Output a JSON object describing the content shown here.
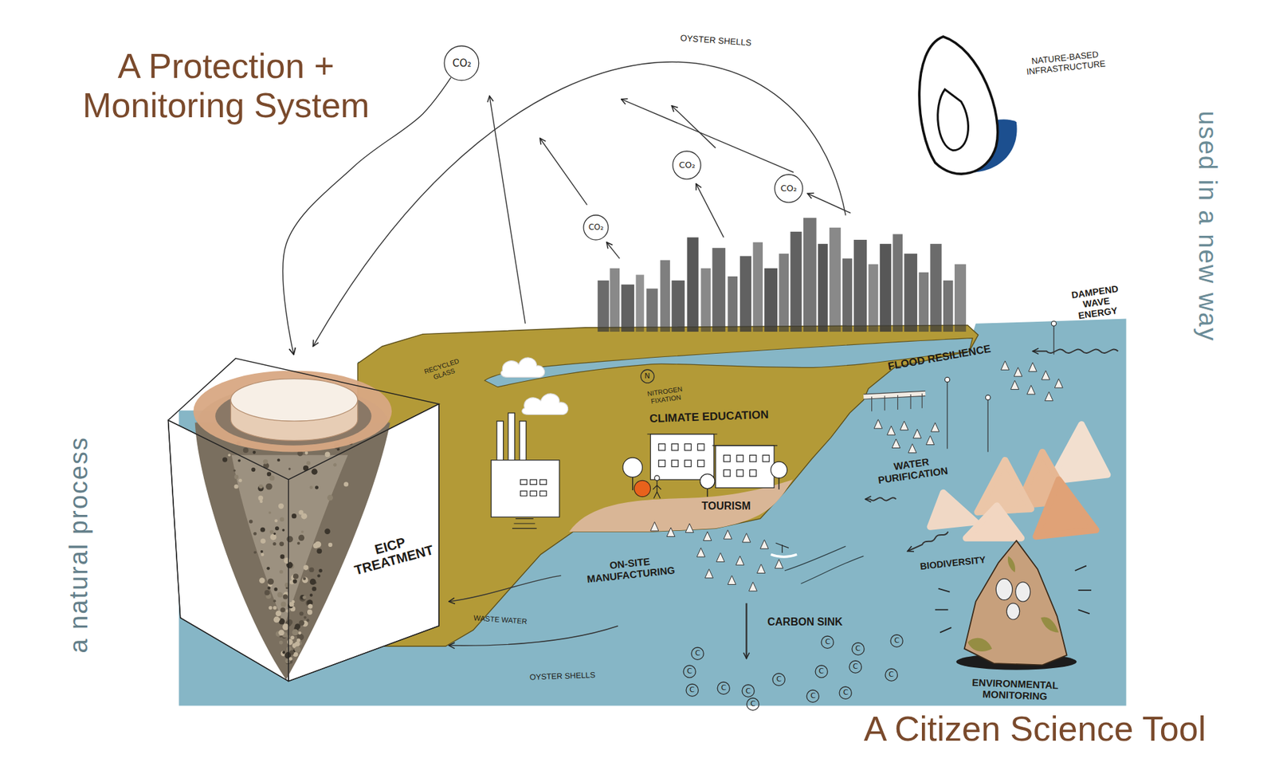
{
  "diagram": {
    "title": "A Protection + Monitoring System",
    "caption": "A Citizen Science Tool",
    "nodes": [
      {
        "text": [
          "CO₂"
        ]
      },
      {
        "text": [
          "CO₂"
        ]
      },
      {
        "text": [
          "CO₂"
        ]
      },
      {
        "text": [
          "CO₂"
        ]
      },
      {
        "text": [
          "EICP TREATMENT"
        ]
      },
      {
        "text": [
          "N"
        ]
      },
      {
        "text": [
          "C"
        ]
      },
      {
        "text": [
          "C"
        ]
      },
      {
        "text": [
          "C"
        ]
      },
      {
        "text": [
          "C"
        ]
      },
      {
        "text": [
          "C"
        ]
      },
      {
        "text": [
          "C"
        ]
      },
      {
        "text": [
          "C"
        ]
      },
      {
        "text": [
          "C"
        ]
      },
      {
        "text": [
          "C"
        ]
      },
      {
        "text": [
          "C"
        ]
      },
      {
        "text": [
          "C"
        ]
      },
      {
        "text": [
          "C"
        ]
      },
      {
        "text": [
          "C"
        ]
      },
      {
        "text": [
          "C"
        ]
      },
      {
        "text": [
          "C"
        ]
      }
    ],
    "edges": [
      {
        "from": 0,
        "to": 4,
        "arrow": "to"
      }
    ],
    "labels": [
      "OYSTER SHELLS",
      "NATURE-BASED INFRASTRUCTURE",
      "used in a new way",
      "a natural process",
      "RECYCLED GLASS",
      "NITROGEN FIXATION",
      "CLIMATE EDUCATION",
      "FLOOD RESILIENCE",
      "DAMPEND WAVE ENERGY",
      "TOURISM",
      "WATER PURIFICATION",
      "ON-SITE MANUFACTURING",
      "BIODIVERSITY",
      "WASTE WATER",
      "CARBON SINK",
      "OYSTER SHELLS",
      "ENVIRONMENTAL MONITORING"
    ]
  }
}
